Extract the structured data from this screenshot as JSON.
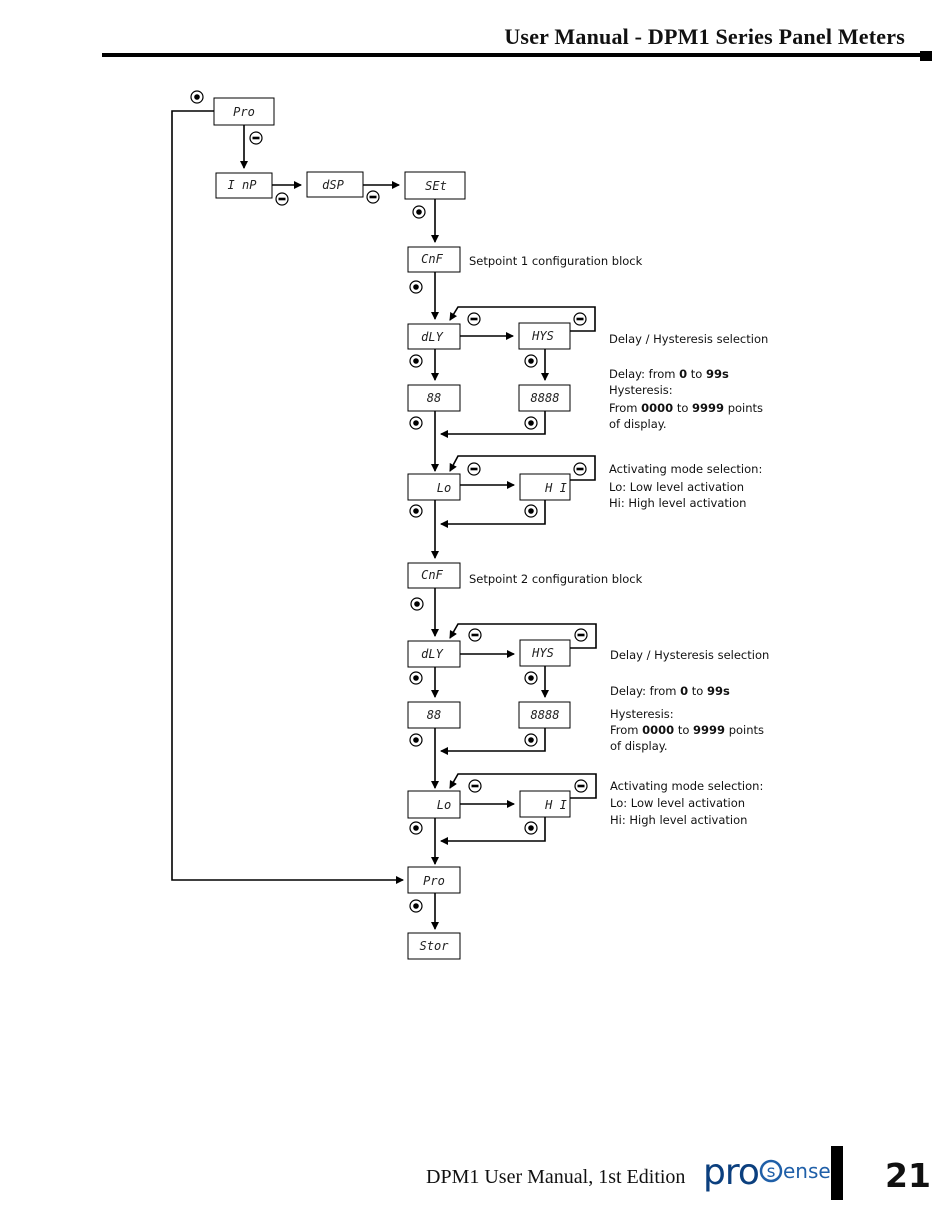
{
  "header": {
    "title": "User Manual - DPM1 Series Panel Meters"
  },
  "lcd": {
    "pro": "Pro",
    "inp": "I nP",
    "dsp": "dSP",
    "set": "SEt",
    "cnf": "CnF",
    "dly": "dLY",
    "hys": "HYS",
    "delay_value": "88",
    "hys_value": "8888",
    "lo": "Lo",
    "hi": "H I",
    "stor": "Stor"
  },
  "notes": {
    "sp1_block": "Setpoint 1 configuration block",
    "sp2_block": "Setpoint 2 configuration block",
    "delay_hys_selection": "Delay / Hysteresis selection",
    "delay_prefix": "Delay: from ",
    "delay_min": "0",
    "to": " to ",
    "delay_max": "99s",
    "hysteresis": "Hysteresis:",
    "from": "From ",
    "hys_min": "0000",
    "hys_max": "9999",
    "points": " points",
    "of_display": "of display.",
    "activating_mode": "Activating mode selection:",
    "lo_desc": "Lo: Low level activation",
    "hi_desc": "Hi: High level activation"
  },
  "footer": {
    "edition": "DPM1 User Manual, 1st Edition",
    "logo_text": "pro",
    "logo_s": "s",
    "logo_tail": "ense",
    "page_number": "21"
  },
  "icons": {
    "enter": "enter-button-icon",
    "minus": "minus-button-icon"
  },
  "colors": {
    "logo_blue": "#1f5fa8",
    "logo_dark": "#0b3f7e"
  }
}
